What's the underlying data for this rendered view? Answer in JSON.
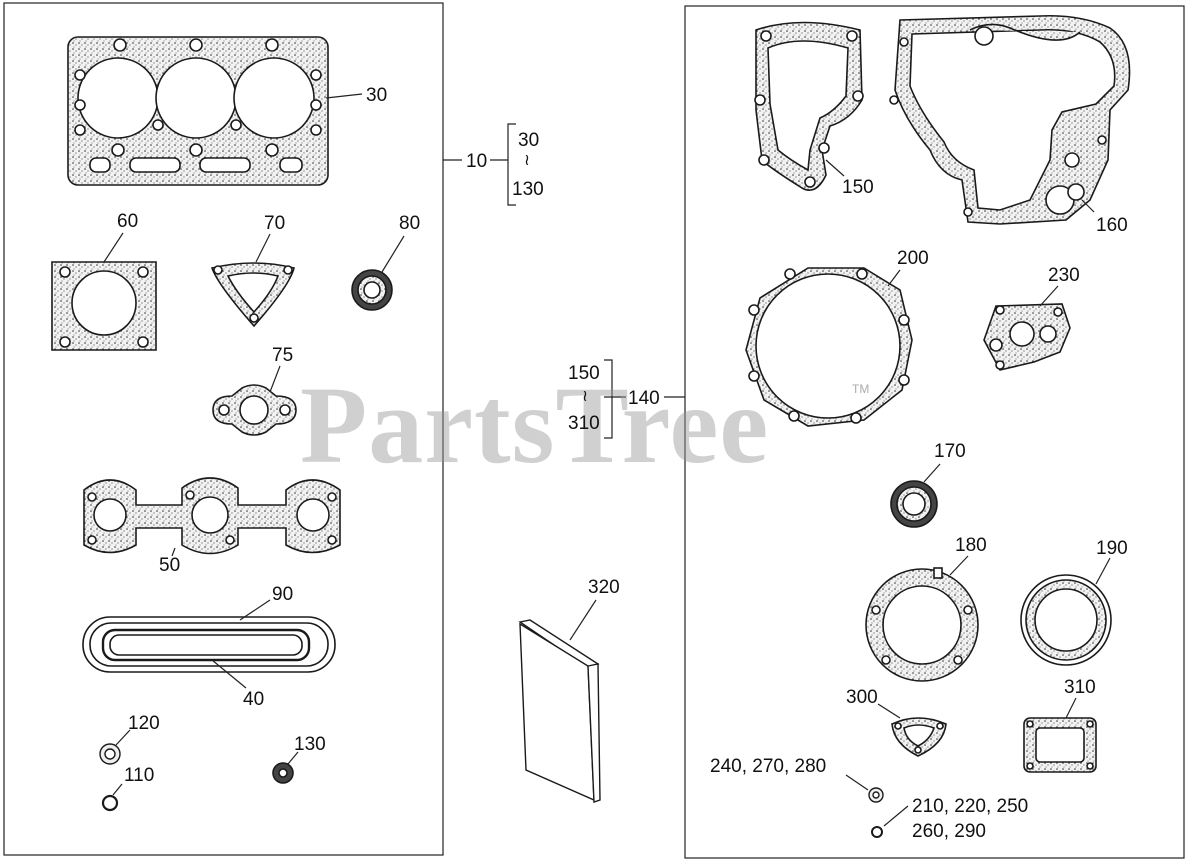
{
  "watermark": {
    "text": "PartsTree",
    "tm": "TM"
  },
  "callouts": {
    "p30": "30",
    "p10": "10",
    "r30": "30",
    "tilde1": "≀",
    "r130": "130",
    "p60": "60",
    "p70": "70",
    "p80": "80",
    "p75": "75",
    "p50": "50",
    "p90": "90",
    "p40": "40",
    "p120": "120",
    "p110": "110",
    "p130": "130",
    "r150": "150",
    "tilde2": "≀",
    "r310": "310",
    "p140": "140",
    "p320": "320",
    "p150": "150",
    "p160": "160",
    "p200": "200",
    "p230": "230",
    "p170": "170",
    "p180": "180",
    "p190": "190",
    "p300": "300",
    "p310": "310",
    "p240_270_280": "240, 270, 280",
    "p210_220_250": "210, 220, 250",
    "p260_290": "260, 290"
  },
  "colors": {
    "line": "#1a1a1a",
    "fill": "#d9d9d9",
    "watermark": "#969696"
  }
}
